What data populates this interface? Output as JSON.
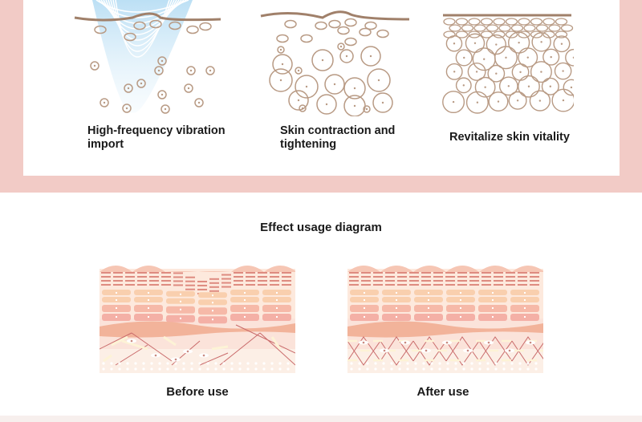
{
  "features": [
    {
      "caption": "High-frequency vibration import",
      "line1": "High-frequency vibration",
      "line2": "import",
      "icon": "vibration-import-illustration"
    },
    {
      "caption": "Skin contraction and tightening",
      "line1": "Skin contraction and",
      "line2": "tightening",
      "icon": "skin-contraction-illustration"
    },
    {
      "caption": "Revitalize skin vitality",
      "line1": "Revitalize skin vitality",
      "icon": "skin-vitality-illustration"
    }
  ],
  "effect": {
    "title": "Effect usage diagram",
    "before_label": "Before use",
    "after_label": "After use"
  },
  "colors": {
    "pink_bg": "#f2cbc6",
    "cell_brown": "#b89a84",
    "skin": "#f2b8a0"
  }
}
